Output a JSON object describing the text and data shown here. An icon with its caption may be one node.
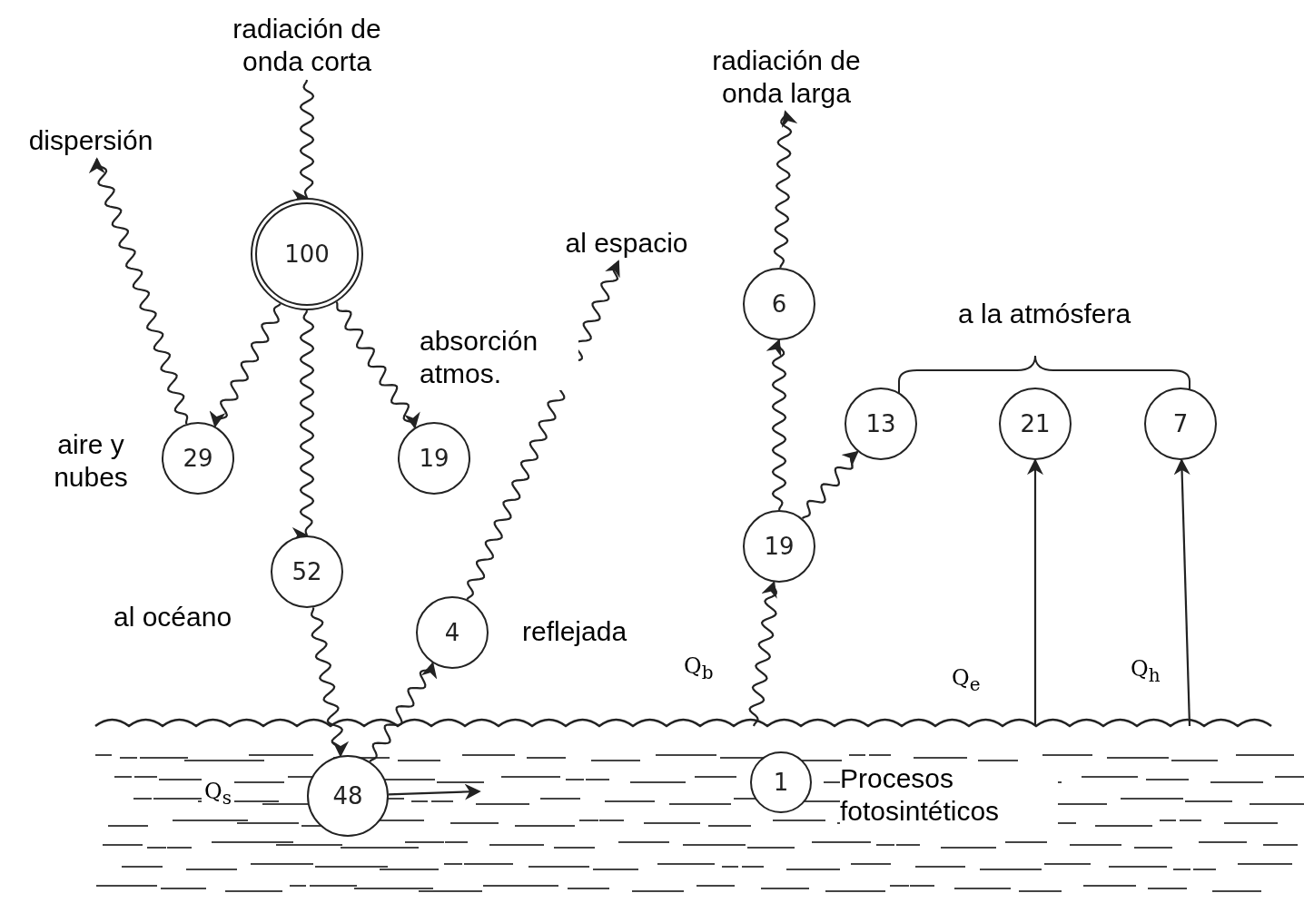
{
  "diagram": {
    "nodes": [
      {
        "text": [
          "100"
        ]
      },
      {
        "text": [
          "29"
        ],
        "beside": [
          "aire y nubes"
        ]
      },
      {
        "text": [
          "19"
        ],
        "beside": [
          "absorción atmos."
        ]
      },
      {
        "text": [
          "52"
        ],
        "beside": [
          "al océano"
        ]
      },
      {
        "text": [
          "4"
        ],
        "beside": [
          "reflejada"
        ]
      },
      {
        "text": [
          "48"
        ]
      },
      {
        "text": [
          "1"
        ],
        "beside": [
          "Procesos fotosintéticos"
        ]
      },
      {
        "text": [
          "6"
        ]
      },
      {
        "text": [
          "19"
        ]
      },
      {
        "text": [
          "13"
        ]
      },
      {
        "text": [
          "21"
        ]
      },
      {
        "text": [
          "7"
        ]
      },
      {
        "text": [
          "radiación de onda corta"
        ]
      },
      {
        "text": [
          "dispersión"
        ]
      },
      {
        "text": [
          "al espacio"
        ]
      },
      {
        "text": [
          "radiación de onda larga"
        ]
      }
    ],
    "edges": [
      {
        "from": 12,
        "to": 0,
        "arrow": "to"
      },
      {
        "from": 0,
        "to": 1,
        "arrow": "to"
      },
      {
        "from": 0,
        "to": 3,
        "arrow": "to"
      },
      {
        "from": 0,
        "to": 2,
        "arrow": "to"
      },
      {
        "from": 1,
        "to": 13,
        "arrow": "to"
      },
      {
        "from": 3,
        "to": 5,
        "arrow": "to"
      },
      {
        "from": 5,
        "to": 4,
        "arrow": "to"
      },
      {
        "from": 4,
        "to": 14,
        "arrow": "to"
      },
      {
        "from": null,
        "to": 8,
        "arrow": "to"
      },
      {
        "from": 8,
        "to": 7,
        "arrow": "to"
      },
      {
        "from": 7,
        "to": 15,
        "arrow": "to"
      },
      {
        "from": 8,
        "to": 9,
        "arrow": "to"
      },
      {
        "from": null,
        "to": 10,
        "arrow": "to"
      },
      {
        "from": null,
        "to": 11,
        "arrow": "to"
      },
      {
        "from": 5,
        "to": null,
        "arrow": "to"
      }
    ],
    "labels": [
      "a la atmósfera",
      "Q$_{s}$",
      "Q$_{b}$",
      "Q$_{e}$",
      "Q$_{h}$"
    ]
  }
}
